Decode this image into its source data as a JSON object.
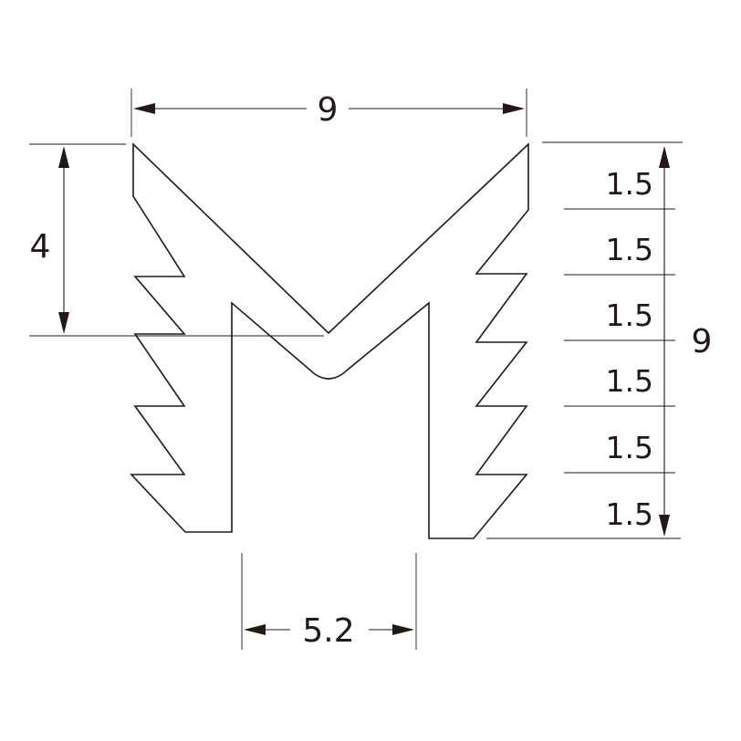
{
  "dimensions": {
    "top_width": "9",
    "left_depth": "4",
    "right_height": "9",
    "bottom_gap": "5.2",
    "pitch": [
      "1.5",
      "1.5",
      "1.5",
      "1.5",
      "1.5",
      "1.5"
    ]
  },
  "colors": {
    "line": "#231815",
    "background": "#ffffff"
  }
}
